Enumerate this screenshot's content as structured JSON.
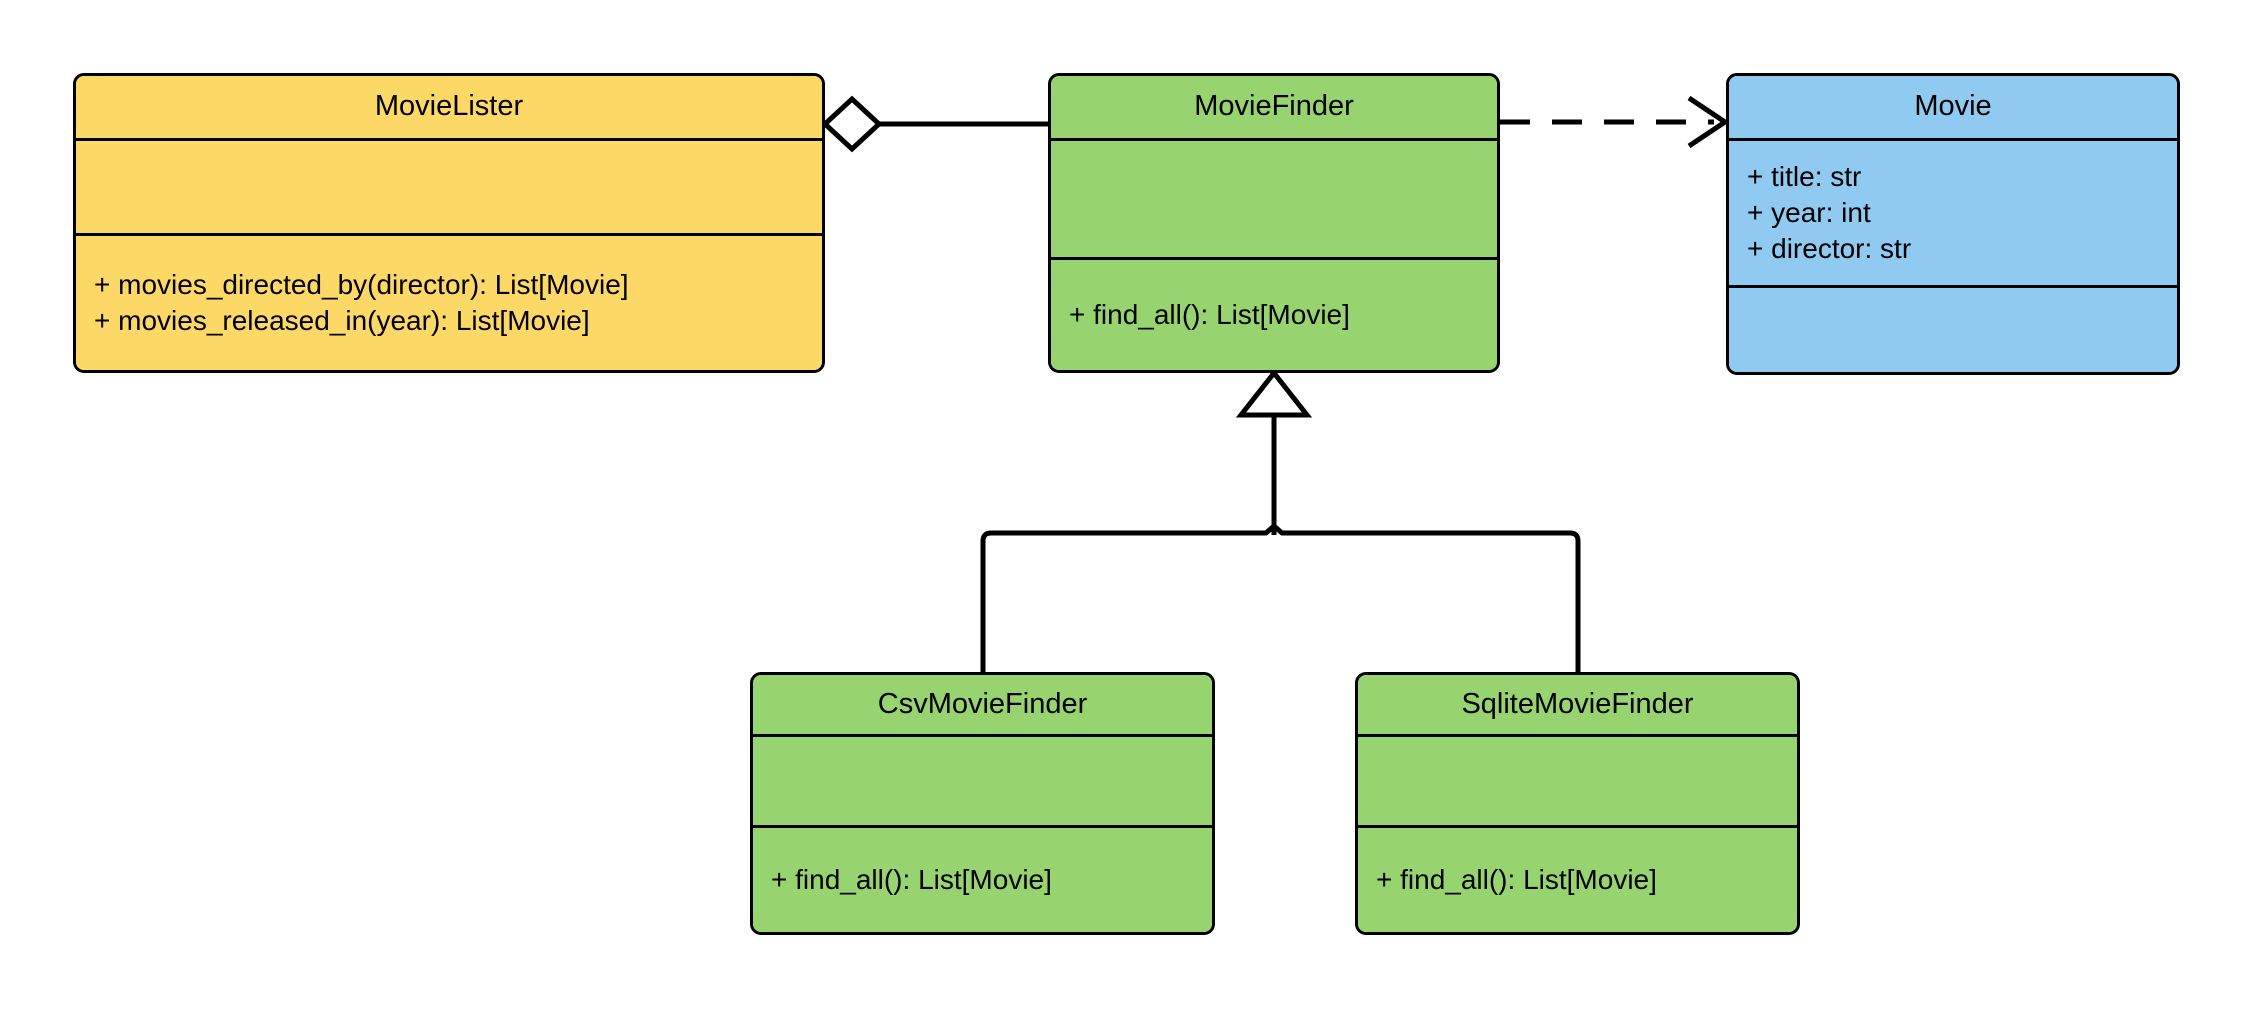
{
  "diagram": {
    "type": "uml-class-diagram",
    "title": "MovieLister dependency injection class diagram",
    "background": "#ffffff",
    "line_color": "#000000"
  },
  "palette": {
    "yellow": "#FCD966",
    "green": "#97D46F",
    "blue": "#90CAF0",
    "stroke": "#000000"
  },
  "classes": [
    {
      "id": "MovieLister",
      "name": "MovieLister",
      "fill": "#FCD966",
      "attributes": [],
      "methods": [
        "+ movies_directed_by(director): List[Movie]",
        "+ movies_released_in(year): List[Movie]"
      ]
    },
    {
      "id": "MovieFinder",
      "name": "MovieFinder",
      "fill": "#97D46F",
      "attributes": [],
      "methods": [
        "+ find_all(): List[Movie]"
      ]
    },
    {
      "id": "Movie",
      "name": "Movie",
      "fill": "#90CAF0",
      "attributes": [
        "+ title: str",
        "+ year: int",
        "+ director: str"
      ],
      "methods": []
    },
    {
      "id": "CsvMovieFinder",
      "name": "CsvMovieFinder",
      "fill": "#97D46F",
      "attributes": [],
      "methods": [
        "+ find_all(): List[Movie]"
      ]
    },
    {
      "id": "SqliteMovieFinder",
      "name": "SqliteMovieFinder",
      "fill": "#97D46F",
      "attributes": [],
      "methods": [
        "+ find_all(): List[Movie]"
      ]
    }
  ],
  "relationships": [
    {
      "id": "lister-finder",
      "kind": "aggregation",
      "from": "MovieLister",
      "to": "MovieFinder",
      "style": "solid",
      "end_marker": "hollow-diamond",
      "label": ""
    },
    {
      "id": "finder-movie",
      "kind": "dependency",
      "from": "MovieFinder",
      "to": "Movie",
      "style": "dashed",
      "end_marker": "open-arrow",
      "label": ""
    },
    {
      "id": "csv-finder",
      "kind": "generalization",
      "from": "CsvMovieFinder",
      "to": "MovieFinder",
      "style": "solid",
      "end_marker": "hollow-triangle",
      "label": ""
    },
    {
      "id": "sqlite-finder",
      "kind": "generalization",
      "from": "SqliteMovieFinder",
      "to": "MovieFinder",
      "style": "solid",
      "end_marker": "hollow-triangle",
      "label": ""
    }
  ]
}
